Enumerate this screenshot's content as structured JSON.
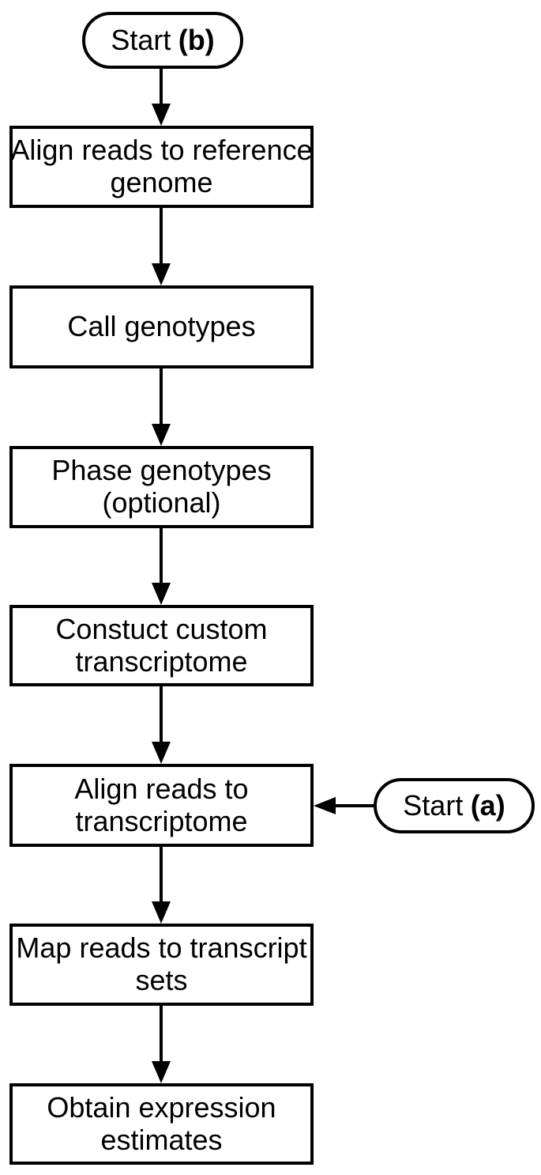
{
  "colors": {
    "background": "#ffffff",
    "stroke": "#000000",
    "text": "#000000"
  },
  "nodes": {
    "start_b": {
      "shape": "terminator",
      "label": "Start",
      "variant": "(b)"
    },
    "align_reference": {
      "shape": "process",
      "lines": [
        "Align reads to reference",
        "genome"
      ]
    },
    "call_genotypes": {
      "shape": "process",
      "lines": [
        "Call genotypes"
      ]
    },
    "phase_genotypes": {
      "shape": "process",
      "lines": [
        "Phase genotypes",
        "(optional)"
      ]
    },
    "construct_transcriptome": {
      "shape": "process",
      "lines": [
        "Constuct custom",
        "transcriptome"
      ]
    },
    "align_transcriptome": {
      "shape": "process",
      "lines": [
        "Align reads to",
        "transcriptome"
      ]
    },
    "map_reads": {
      "shape": "process",
      "lines": [
        "Map reads to transcript",
        "sets"
      ]
    },
    "obtain_estimates": {
      "shape": "process",
      "lines": [
        "Obtain expression",
        "estimates"
      ]
    },
    "start_a": {
      "shape": "terminator",
      "label": "Start",
      "variant": "(a)"
    }
  },
  "edges": [
    {
      "from": "start_b",
      "to": "align_reference",
      "direction": "down"
    },
    {
      "from": "align_reference",
      "to": "call_genotypes",
      "direction": "down"
    },
    {
      "from": "call_genotypes",
      "to": "phase_genotypes",
      "direction": "down"
    },
    {
      "from": "phase_genotypes",
      "to": "construct_transcriptome",
      "direction": "down"
    },
    {
      "from": "construct_transcriptome",
      "to": "align_transcriptome",
      "direction": "down"
    },
    {
      "from": "align_transcriptome",
      "to": "map_reads",
      "direction": "down"
    },
    {
      "from": "map_reads",
      "to": "obtain_estimates",
      "direction": "down"
    },
    {
      "from": "start_a",
      "to": "align_transcriptome",
      "direction": "left"
    }
  ]
}
